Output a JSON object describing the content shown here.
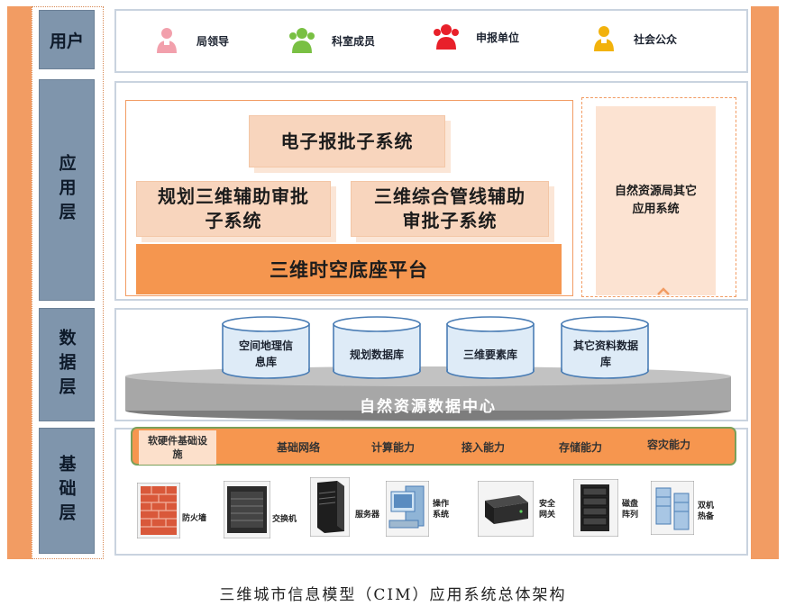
{
  "layers": {
    "user": "用户",
    "application": "应用层",
    "data": "数据层",
    "infrastructure": "基础层"
  },
  "users": [
    {
      "label": "局领导",
      "color": "#f2a0ac"
    },
    {
      "label": "科室成员",
      "color": "#79c043"
    },
    {
      "label": "申报单位",
      "color": "#e8202a"
    },
    {
      "label": "社会公众",
      "color": "#f2b20c"
    }
  ],
  "application": {
    "e_approval": "电子报批子系统",
    "plan_3d": "规划三维辅助审批子系统",
    "pipeline_3d": "三维综合管线辅助审批子系统",
    "platform": "三维时空底座平台",
    "other_apps": "自然资源局其它应用系统"
  },
  "data": {
    "databases": [
      "空间地理信息库",
      "规划数据库",
      "三维要素库",
      "其它资料数据库"
    ],
    "center": "自然资源数据中心"
  },
  "infrastructure": {
    "base_label": "软硬件基础设施",
    "capabilities": [
      "基础网络",
      "计算能力",
      "接入能力",
      "存储能力",
      "容灾能力"
    ],
    "hardware": [
      {
        "label": "防火墙",
        "icon": "firewall-icon"
      },
      {
        "label": "交换机",
        "icon": "switch-icon"
      },
      {
        "label": "服务器",
        "icon": "server-icon"
      },
      {
        "label": "操作系统",
        "icon": "os-workstation-icon"
      },
      {
        "label": "安全网关",
        "icon": "security-gateway-icon"
      },
      {
        "label": "磁盘阵列",
        "icon": "disk-array-icon"
      },
      {
        "label": "双机热备",
        "icon": "dual-host-icon"
      }
    ]
  },
  "caption": "三维城市信息模型（CIM）应用系统总体架构"
}
